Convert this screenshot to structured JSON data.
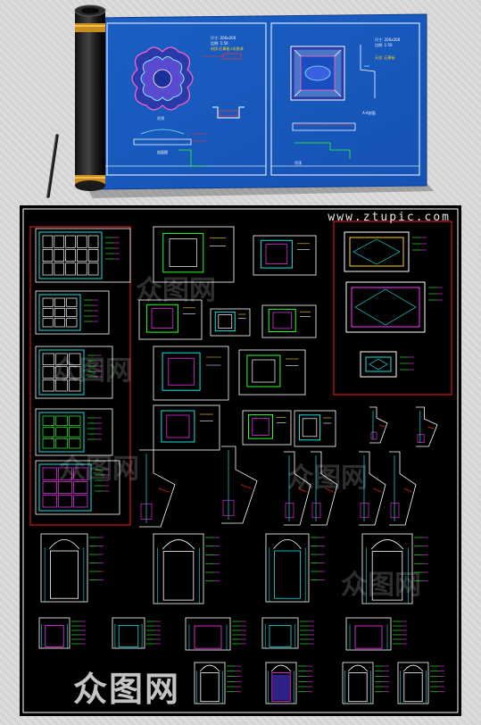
{
  "blueprint": {
    "left_sheet": {
      "title_label": "吊顶",
      "notes": [
        "尺寸: 200x200",
        "比例: 1:50",
        "材质:石膏板+乳胶漆"
      ],
      "section_label": "剖面图"
    },
    "right_sheet": {
      "notes": [
        "尺寸: 200x200",
        "比例: 1:50",
        "天花: 石膏板"
      ],
      "section_label": "A-A剖面",
      "title_label": "吊顶"
    }
  },
  "cad": {
    "watermark_url": "www.ztupic.com",
    "logo_text": "众图网",
    "colors": {
      "background": "#000000",
      "frame": "#ff1a1a",
      "cyan": "#18e0e0",
      "green": "#2aff2a",
      "white": "#ffffff",
      "magenta": "#ff33ff",
      "yellow": "#ffd21a"
    }
  }
}
